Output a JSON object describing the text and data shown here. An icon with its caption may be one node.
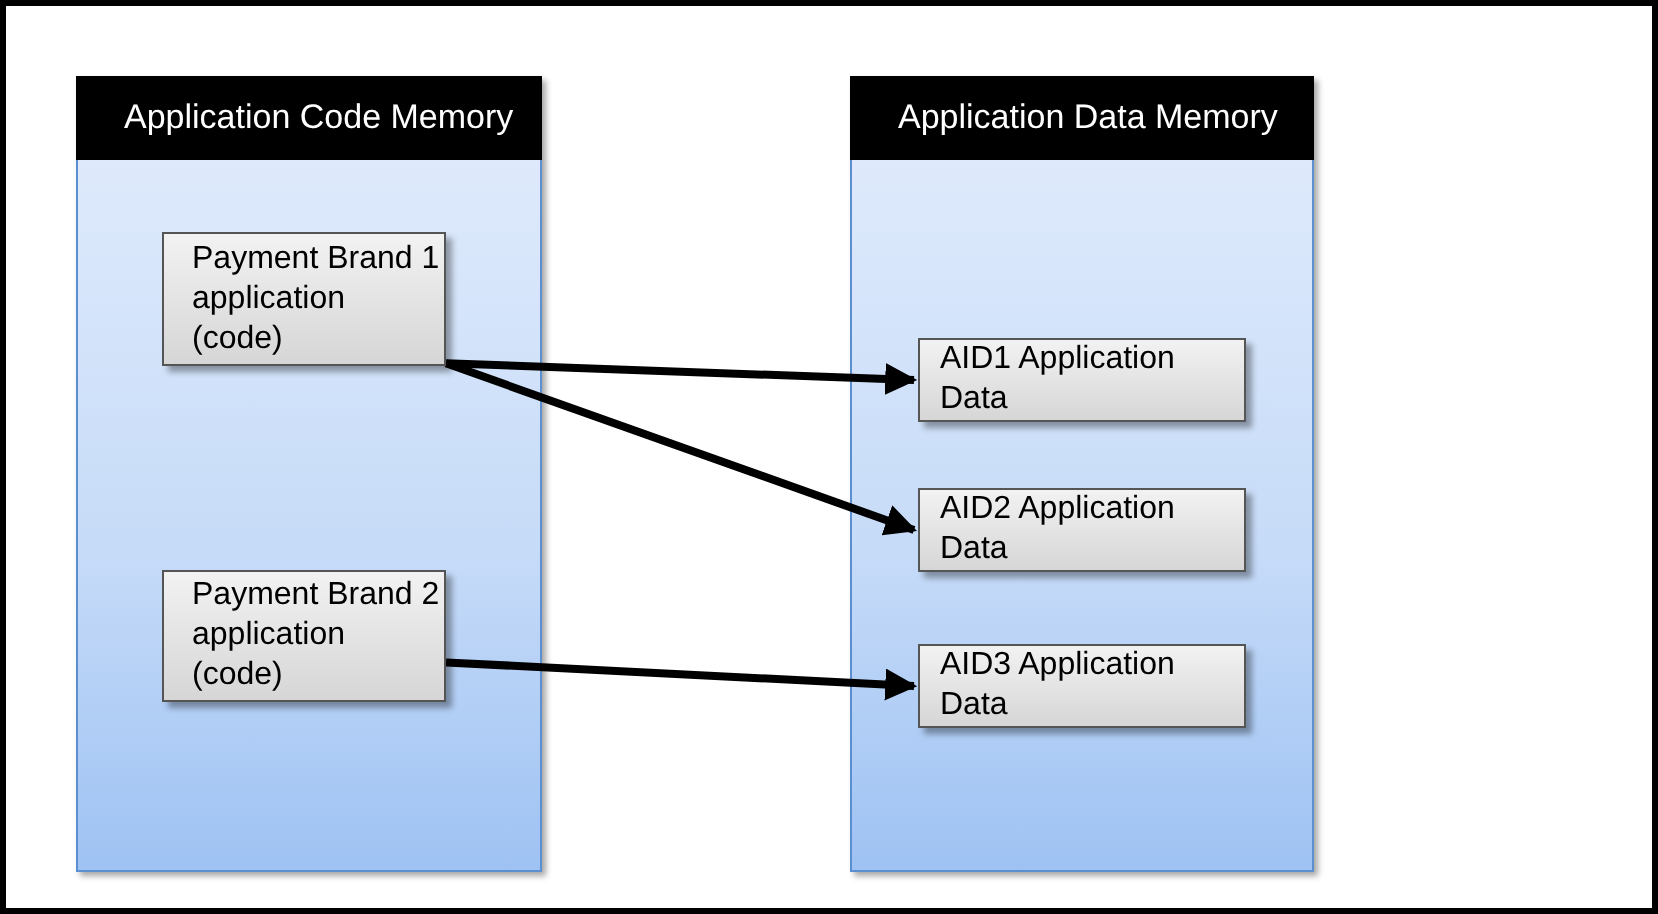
{
  "diagram": {
    "nodes": [
      {
        "text": [
          "Application Code Memory"
        ]
      },
      {
        "text": [
          "Payment Brand 1 application (code)"
        ],
        "in": 0
      },
      {
        "text": [
          "Payment Brand 2 application (code)"
        ],
        "in": 0
      },
      {
        "text": [
          "Application Data Memory"
        ]
      },
      {
        "text": [
          "AID1 Application Data"
        ],
        "in": 3
      },
      {
        "text": [
          "AID2 Application Data"
        ],
        "in": 3
      },
      {
        "text": [
          "AID3 Application Data"
        ],
        "in": 3
      }
    ],
    "edges": [
      {
        "from": 1,
        "to": 4,
        "arrow": "to"
      },
      {
        "from": 1,
        "to": 5,
        "arrow": "to"
      },
      {
        "from": 2,
        "to": 6,
        "arrow": "to"
      }
    ]
  }
}
